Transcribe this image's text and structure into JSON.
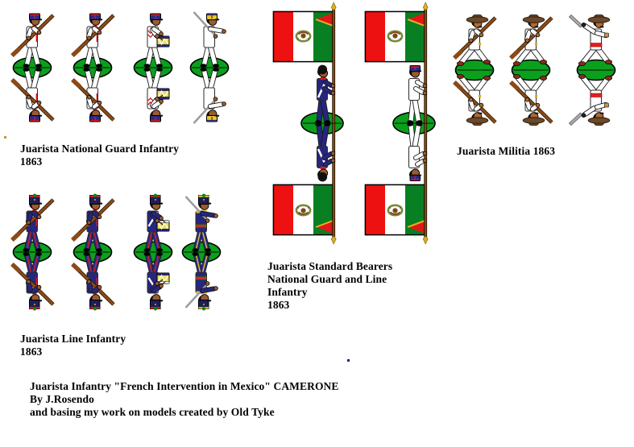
{
  "sheet": {
    "background": "#FFFFFF",
    "credit_lines": "Juarista Infantry \"French Intervention in Mexico\" CAMERONE\nBy J.Rosendo\nand basing my work on models created by Old Tyke"
  },
  "defaults": {
    "skin": "#9A5B2F",
    "hair": "#111111",
    "base_green": "#0AA01E",
    "base_outline": "#000000",
    "limb_outline": "#1A1A1A"
  },
  "units": [
    {
      "id": "national-guard",
      "label": "Juarista National Guard Infantry\n1863",
      "figures": [
        {
          "name": "national-guard-rifleman-1",
          "pose": "rifleman",
          "hat": "kepi",
          "hat_color": "#2A2A8C",
          "hat_trim": "#D42020",
          "coat": "#FFFFFF",
          "coat_trim": "#D42020",
          "trouser": "#FFFFFF",
          "shoes": "#000000",
          "musket": "#8B4A17"
        },
        {
          "name": "national-guard-rifleman-2",
          "pose": "rifleman",
          "hat": "kepi",
          "hat_color": "#2A2A8C",
          "hat_trim": "#D42020",
          "coat": "#FFFFFF",
          "coat_trim": "#D42020",
          "trouser": "#FFFFFF",
          "shoes": "#000000",
          "musket": "#8B4A17"
        },
        {
          "name": "national-guard-drummer",
          "pose": "drummer",
          "hat": "kepi",
          "hat_color": "#2A2A8C",
          "hat_trim": "#D42020",
          "coat": "#FFFFFF",
          "sleeve_trim": "#D42020",
          "trouser": "#FFFFFF",
          "shoes": "#000000",
          "drum": "#E8DC5A",
          "drum_rim": "#2A2A8C",
          "drum_rim2": "#2A2A8C"
        },
        {
          "name": "national-guard-officer",
          "pose": "officer",
          "hat": "kepi",
          "hat_color": "#E8C52A",
          "hat_trim": "#2A2A8C",
          "coat": "#FFFFFF",
          "trouser": "#FFFFFF",
          "shoes": "#000000",
          "sword": "#9A9AA2",
          "hilt": "#D8B020"
        }
      ]
    },
    {
      "id": "standard-bearers",
      "label": "Juarista Standard Bearers\nNational Guard and Line\nInfantry\n1863",
      "flag": {
        "red": "#EE1111",
        "white": "#FFFFFF",
        "green": "#087F23",
        "border": "#000000",
        "eagle_ring": "#7A8A3A",
        "eagle_body": "#7A4A1E",
        "pole": "#7B4A12",
        "finial": "#D8B020",
        "pennant": "#E01818",
        "fringe": "#E8B020"
      },
      "figures": [
        {
          "name": "line-infantry-standard-bearer",
          "pose": "bearer",
          "hat": "hair",
          "coat": "#26267E",
          "trouser": "#26267E",
          "collar": "#D42020",
          "crossbelt": "#FFFFFF",
          "shoes": "#000000"
        },
        {
          "name": "national-guard-standard-bearer",
          "pose": "bearer",
          "hat": "kepi",
          "hat_color": "#2A2A8C",
          "hat_trim": "#D42020",
          "coat": "#FFFFFF",
          "trouser": "#FFFFFF",
          "crossbelt": "#FFFFFF",
          "shoes": "#000000"
        }
      ]
    },
    {
      "id": "militia",
      "label": "Juarista Militia 1863",
      "figures": [
        {
          "name": "militia-rifleman-1",
          "pose": "militia_rifleman",
          "sombrero": "#6B4A2B",
          "sombrero_dark": "#3A2410",
          "coat": "#FFFFFF",
          "trouser": "#FFFFFF",
          "sandals": "#8B2A1A",
          "musket": "#8B4A17",
          "skin": "#AE6A34"
        },
        {
          "name": "militia-rifleman-2",
          "pose": "militia_rifleman",
          "sombrero": "#6B4A2B",
          "sombrero_dark": "#3A2410",
          "coat": "#FFFFFF",
          "trouser": "#FFFFFF",
          "sandals": "#8B2A1A",
          "musket": "#8B4A17",
          "skin": "#AE6A34"
        },
        {
          "name": "militia-machete-man",
          "pose": "militia_machete",
          "sombrero": "#6B4A2B",
          "sombrero_dark": "#3A2410",
          "coat": "#FFFFFF",
          "trouser": "#FFFFFF",
          "sandals": "#8B2A1A",
          "sash": "#E02020",
          "machete": "#A9A9B0",
          "cuff": "#D09040",
          "skin": "#AE6A34"
        }
      ]
    },
    {
      "id": "line-infantry",
      "label": "Juarista Line Infantry\n1863",
      "figures": [
        {
          "name": "line-rifleman-1",
          "pose": "rifleman",
          "hat": "shako",
          "hat_color": "#1E1E5A",
          "hat_band": "#D42020",
          "pompom": "#0A8A0A",
          "coat": "#26267E",
          "coat_trim": "#D42020",
          "crossbelt": "#FFFFFF",
          "trouser": "#2B2B8A",
          "trouser_stripe": "#D42020",
          "shoes": "#000000",
          "musket": "#8B4A17"
        },
        {
          "name": "line-rifleman-2",
          "pose": "rifleman",
          "hat": "shako",
          "hat_color": "#1E1E5A",
          "hat_band": "#D42020",
          "pompom": "#0A8A0A",
          "coat": "#26267E",
          "coat_trim": "#D42020",
          "crossbelt": "#FFFFFF",
          "trouser": "#2B2B8A",
          "trouser_stripe": "#D42020",
          "shoes": "#000000",
          "musket": "#8B4A17"
        },
        {
          "name": "line-drummer",
          "pose": "drummer",
          "hat": "shako",
          "hat_color": "#1E1E5A",
          "hat_band": "#D42020",
          "pompom": "#0A8A0A",
          "coat": "#26267E",
          "crossbelt": "#FFFFFF",
          "trouser": "#2B2B8A",
          "trouser_stripe": "#D42020",
          "shoes": "#000000",
          "drum": "#E8DC5A",
          "drum_rim": "#FFFFFF",
          "drum_rim2": "#26267E"
        },
        {
          "name": "line-officer",
          "pose": "officer",
          "hat": "shako",
          "hat_color": "#1E1E5A",
          "hat_band": "#E8C52A",
          "pompom": "#0A8A0A",
          "coat": "#26267E",
          "epaulette": "#E8C52A",
          "trouser": "#2B2B8A",
          "trouser_stripe": "#E8C52A",
          "sash": "#C03030",
          "shoes": "#000000",
          "sword": "#9A9AA2",
          "hilt": "#D8B020"
        }
      ]
    }
  ],
  "artifacts": [
    {
      "name": "stray-pixel-tan"
    },
    {
      "name": "stray-pixel-blue"
    }
  ]
}
